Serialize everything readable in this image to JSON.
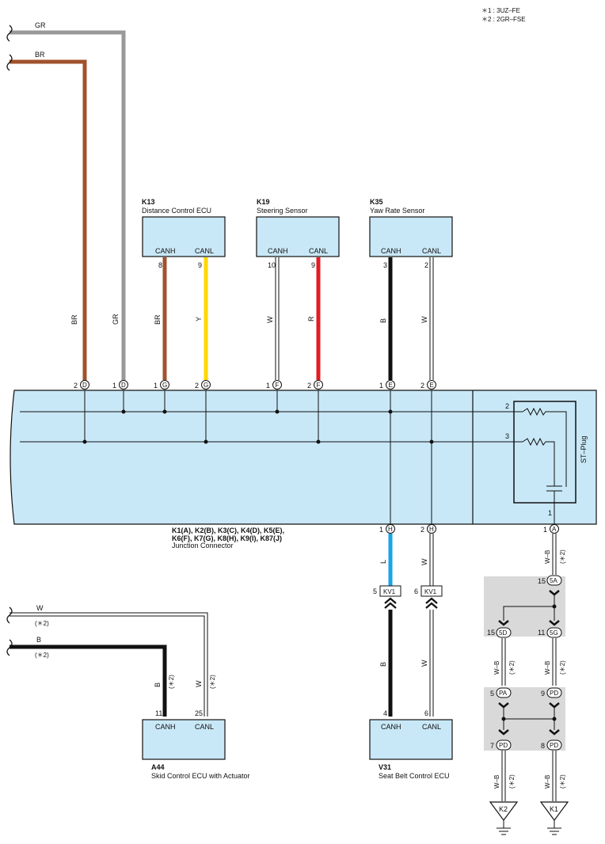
{
  "notes": [
    "＊1 : 3UZ–FE",
    "＊2 : 2GR–FSE"
  ],
  "incoming_wires": [
    {
      "color_label": "GR",
      "wire_color": "#999999"
    },
    {
      "color_label": "BR",
      "wire_color": "#a0522d"
    }
  ],
  "components": {
    "k13": {
      "code": "K13",
      "name": "Distance Control ECU",
      "canh": "CANH",
      "canl": "CANL",
      "canh_pin": "8",
      "canl_pin": "9",
      "canh_wire": "BR",
      "canl_wire": "Y"
    },
    "k19": {
      "code": "K19",
      "name": "Steering Sensor",
      "canh": "CANH",
      "canl": "CANL",
      "canh_pin": "10",
      "canl_pin": "9",
      "canh_wire": "W",
      "canl_wire": "R"
    },
    "k35": {
      "code": "K35",
      "name": "Yaw Rate Sensor",
      "canh": "CANH",
      "canl": "CANL",
      "canh_pin": "3",
      "canl_pin": "2",
      "canh_wire": "B",
      "canl_wire": "W"
    },
    "a44": {
      "code": "A44",
      "name": "Skid Control ECU with Actuator",
      "canh": "CANH",
      "canl": "CANL",
      "canh_pin": "11",
      "canl_pin": "25",
      "canh_wire": "B",
      "canl_wire": "W",
      "note": "(＊2)"
    },
    "v31": {
      "code": "V31",
      "name": "Seat Belt Control ECU",
      "canh": "CANH",
      "canl": "CANL",
      "canh_pin": "4",
      "canl_pin": "6",
      "canh_wire": "B",
      "canl_wire": "W"
    }
  },
  "junction": {
    "line1": "K1(A), K2(B), K3(C), K4(D), K5(E),",
    "line2": "K6(F), K7(G), K8(H), K9(I), K87(J)",
    "line3": "Junction Connector",
    "top_pins": [
      {
        "num": "2",
        "letter": "D"
      },
      {
        "num": "1",
        "letter": "D"
      },
      {
        "num": "1",
        "letter": "G"
      },
      {
        "num": "2",
        "letter": "G"
      },
      {
        "num": "1",
        "letter": "F"
      },
      {
        "num": "2",
        "letter": "F"
      },
      {
        "num": "1",
        "letter": "E"
      },
      {
        "num": "2",
        "letter": "E"
      }
    ],
    "bottom_pins": [
      {
        "num": "1",
        "letter": "H"
      },
      {
        "num": "2",
        "letter": "H"
      },
      {
        "num": "1",
        "letter": "A"
      }
    ],
    "side_wires": [
      "BR",
      "GR"
    ],
    "st_plug": "ST–Plug",
    "st_pins": [
      "2",
      "3",
      "1"
    ]
  },
  "left_bottom_wires": [
    {
      "label": "W",
      "note": "(＊2)"
    },
    {
      "label": "B",
      "note": "(＊2)"
    }
  ],
  "kv1": {
    "label": "KV1",
    "pin_left": "5",
    "pin_right": "6",
    "wire_upper_left": "L",
    "wire_upper_right": "W"
  },
  "right_chain": {
    "wire_label": "W–B",
    "note": "(＊2)",
    "c5a": {
      "num": "15",
      "letter": "5A"
    },
    "c5d": {
      "num": "15",
      "letter": "5D"
    },
    "c5g": {
      "num": "11",
      "letter": "5G"
    },
    "cpa": {
      "num": "5",
      "letter": "PA"
    },
    "cpd1": {
      "num": "9",
      "letter": "PD"
    },
    "cpd2": {
      "num": "7",
      "letter": "PD"
    },
    "cpd3": {
      "num": "8",
      "letter": "PD"
    },
    "grounds": [
      "K2",
      "K1"
    ]
  },
  "colors": {
    "box_fill": "#c9e8f7",
    "gray_box": "#d9d9d9",
    "BR": "#a0522d",
    "GR": "#999999",
    "Y": "#ffd700",
    "R": "#e31b23",
    "B": "#111111",
    "L": "#1aa3e8"
  }
}
